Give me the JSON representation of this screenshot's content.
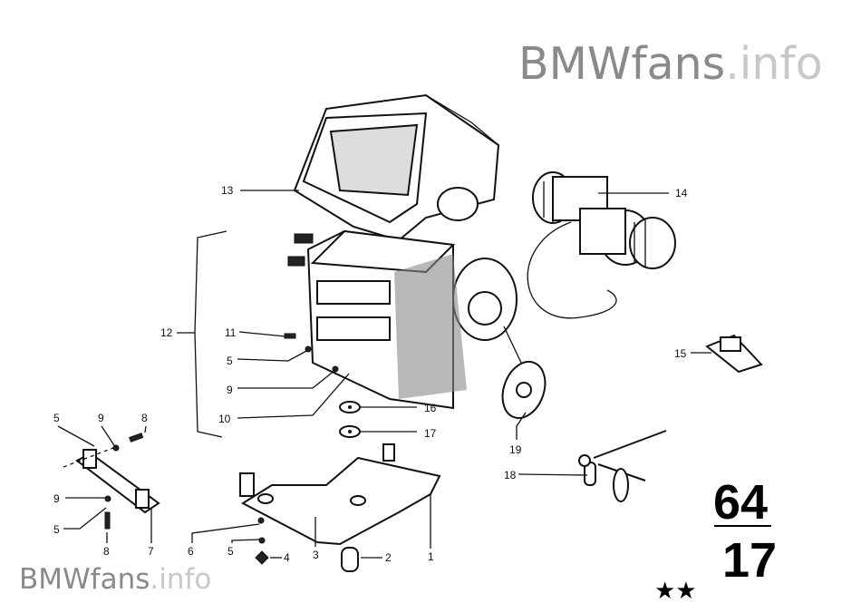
{
  "watermark": {
    "brand": "BMWfans",
    "tld": ".info"
  },
  "callouts": {
    "c13": "13",
    "c14": "14",
    "c12": "12",
    "c11": "11",
    "c5a": "5",
    "c9a": "9",
    "c10": "10",
    "c16": "16",
    "c17": "17",
    "c15": "15",
    "c19": "19",
    "c18": "18",
    "c5b": "5",
    "c9b": "9",
    "c8a": "8",
    "c9c": "9",
    "c5c": "5",
    "c8b": "8",
    "c7": "7",
    "c6": "6",
    "c5d": "5",
    "c4": "4",
    "c3": "3",
    "c2": "2",
    "c1": "1"
  },
  "group_number": {
    "main": "64",
    "sub": "17"
  },
  "rating": "★★"
}
